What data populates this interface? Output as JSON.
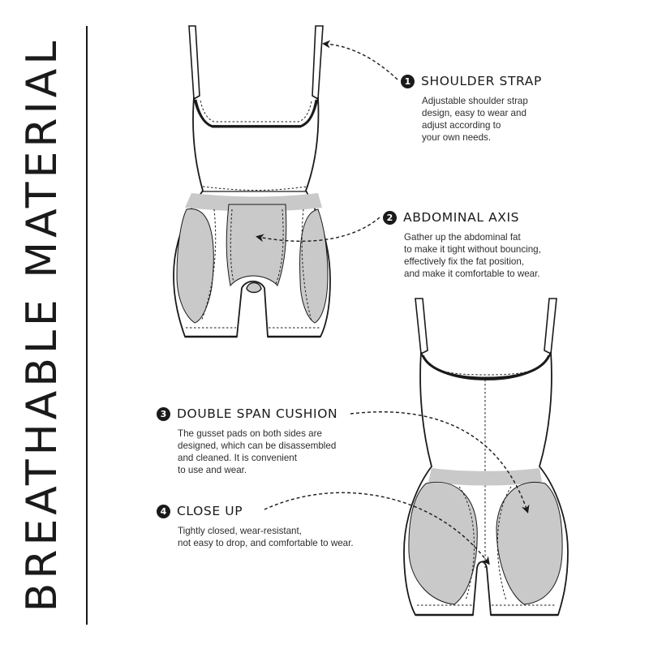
{
  "page": {
    "vertical_title": "BREATHABLE MATERIAL"
  },
  "callouts": [
    {
      "number": "1",
      "title": "SHOULDER STRAP",
      "lines": [
        "Adjustable shoulder strap",
        "design, easy to wear and",
        "adjust according to",
        "your own needs."
      ]
    },
    {
      "number": "2",
      "title": "ABDOMINAL AXIS",
      "lines": [
        "Gather up the abdominal fat",
        "to make it tight without bouncing,",
        "effectively fix the fat position,",
        "and make it comfortable to wear."
      ]
    },
    {
      "number": "3",
      "title": "DOUBLE SPAN CUSHION",
      "lines": [
        "The gusset pads on both sides are",
        "designed, which can be disassembled",
        "and cleaned. It is convenient",
        "to use and wear."
      ]
    },
    {
      "number": "4",
      "title": "CLOSE UP",
      "lines": [
        "Tightly closed, wear-resistant,",
        "not easy to drop, and comfortable to wear."
      ]
    }
  ],
  "colors": {
    "ink": "#1a1a1a",
    "pad_fill": "#c9c9c9",
    "garment_fill": "#ffffff"
  }
}
